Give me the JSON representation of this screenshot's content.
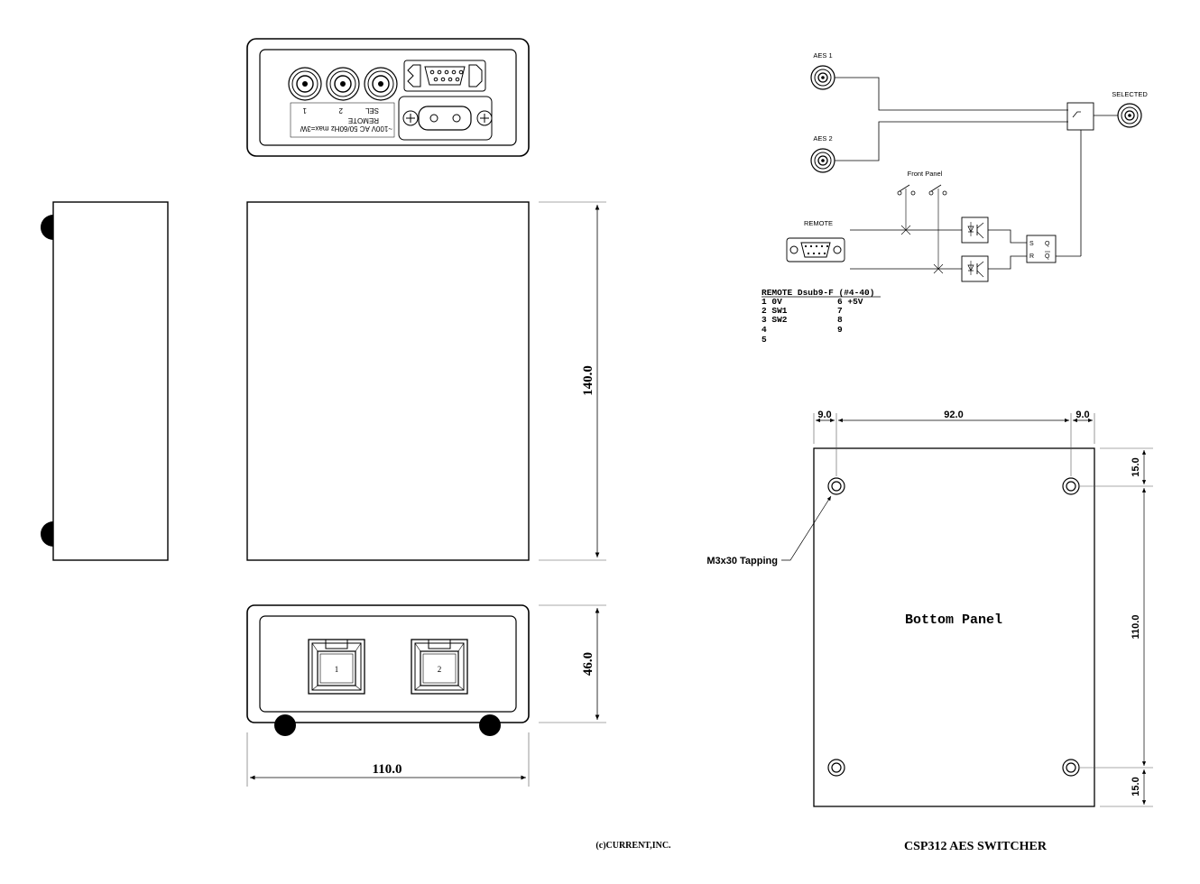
{
  "back_panel": {
    "label_power": "~100V AC 50/60Hz max=3W",
    "label_remote": "REMOTE",
    "label_sel": "SEL",
    "label_2": "2",
    "label_1": "1"
  },
  "dimensions": {
    "height_140": "140.0",
    "height_46": "46.0",
    "width_110": "110.0",
    "bottom_9_left": "9.0",
    "bottom_92": "92.0",
    "bottom_9_right": "9.0",
    "bottom_15_top": "15.0",
    "bottom_110": "110.0",
    "bottom_15_bottom": "15.0"
  },
  "front_panel": {
    "button_1": "1",
    "button_2": "2"
  },
  "schematic": {
    "aes1": "AES 1",
    "aes2": "AES 2",
    "selected": "SELECTED",
    "front_panel": "Front Panel",
    "remote": "REMOTE",
    "s": "S",
    "r": "R",
    "q": "Q",
    "qbar": "Q"
  },
  "pinout": {
    "title": "REMOTE Dsub9-F (#4-40)",
    "rows": [
      {
        "left": "1 0V",
        "right": "6 +5V"
      },
      {
        "left": "2 SW1",
        "right": "7"
      },
      {
        "left": "3 SW2",
        "right": "8"
      },
      {
        "left": "4",
        "right": "9"
      },
      {
        "left": "5",
        "right": ""
      }
    ]
  },
  "bottom_panel": {
    "title": "Bottom Panel",
    "tapping_label": "M3x30 Tapping"
  },
  "footer": {
    "copyright": "(c)CURRENT,INC.",
    "product": "CSP312 AES SWITCHER"
  }
}
